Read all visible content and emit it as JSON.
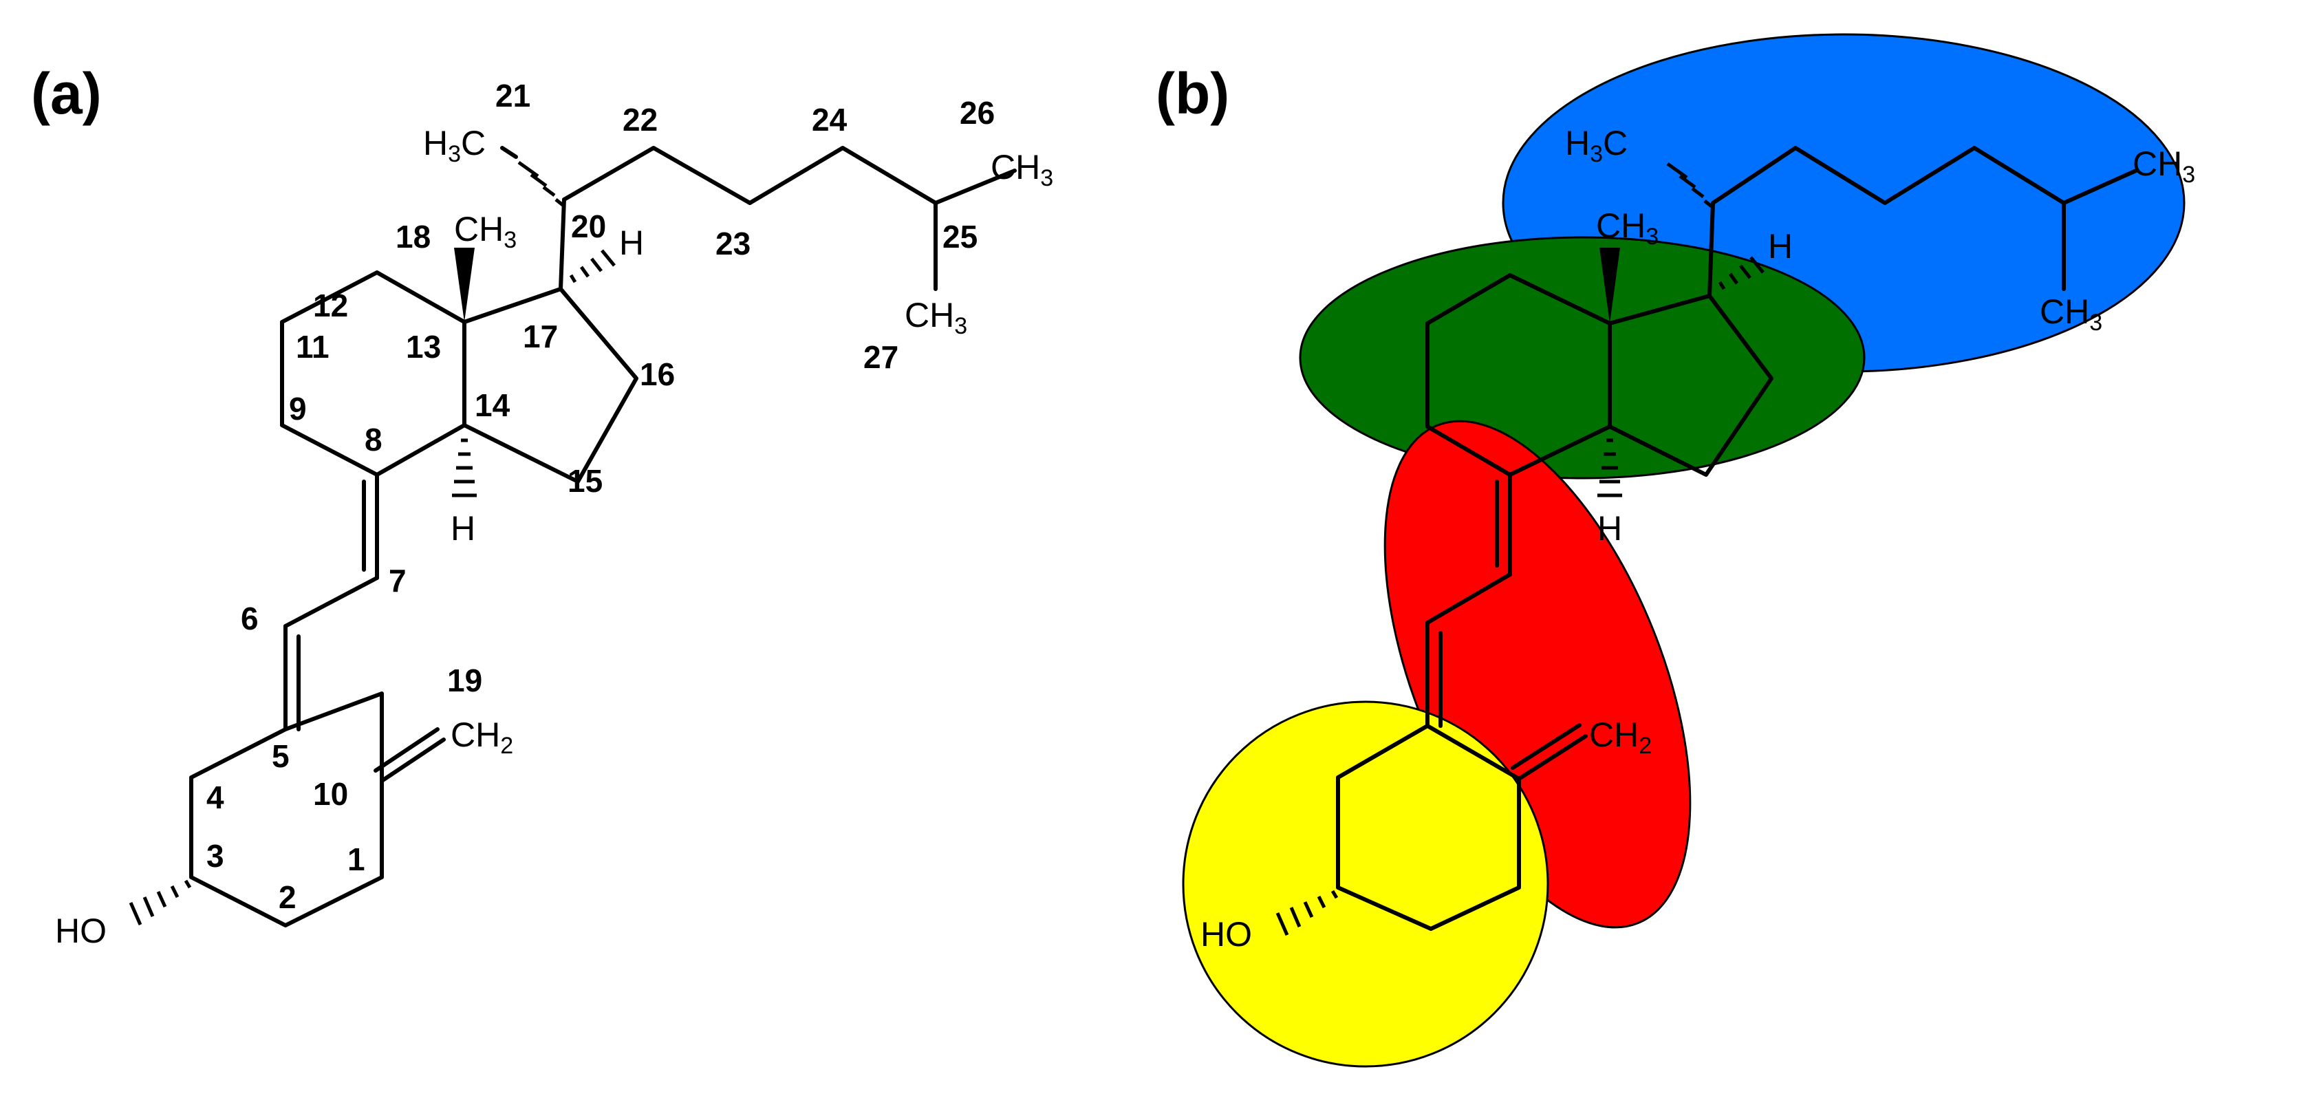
{
  "panels": {
    "a": "(a)",
    "b": "(b)"
  },
  "atom_labels": {
    "h3c": "H3C",
    "ch3": "CH3",
    "ch2": "CH2",
    "ho": "HO",
    "h": "H",
    "h3c_prefix": "H",
    "h3c_sub": "3",
    "h3c_suffix": "C",
    "ch3_prefix": "CH",
    "ch3_sub": "3",
    "ch2_prefix": "CH",
    "ch2_sub": "2"
  },
  "carbon_numbers": [
    "1",
    "2",
    "3",
    "4",
    "5",
    "6",
    "7",
    "8",
    "9",
    "10",
    "11",
    "12",
    "13",
    "14",
    "15",
    "16",
    "17",
    "18",
    "19",
    "20",
    "21",
    "22",
    "23",
    "24",
    "25",
    "26",
    "27"
  ],
  "region_colors": {
    "side_chain": "#0070ff",
    "cd_rings": "#007000",
    "triene": "#ff0000",
    "a_ring": "#ffff00"
  }
}
